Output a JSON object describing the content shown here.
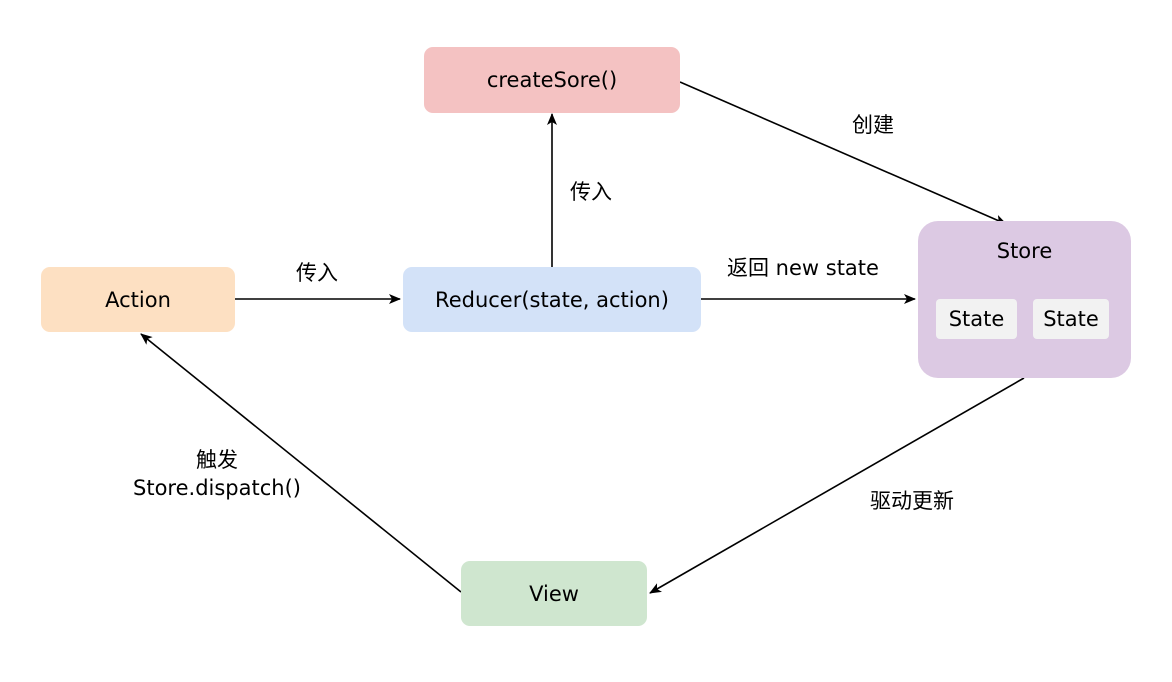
{
  "nodes": {
    "create_store": {
      "label": "createSore()",
      "color": "#f4c2c2"
    },
    "action": {
      "label": "Action",
      "color": "#fde0c2"
    },
    "reducer": {
      "label": "Reducer(state, action)",
      "color": "#d3e2f8"
    },
    "store": {
      "label": "Store",
      "color": "#dcc9e3",
      "states": [
        {
          "label": "State",
          "color": "#f2f2f2"
        },
        {
          "label": "State",
          "color": "#f2f2f2"
        }
      ]
    },
    "view": {
      "label": "View",
      "color": "#cfe6cf"
    }
  },
  "edges": {
    "action_to_reducer": "传入",
    "reducer_to_create": "传入",
    "create_to_store": "创建",
    "reducer_to_store": "返回 new state",
    "store_to_view": "驱动更新",
    "view_to_action_line1": "触发",
    "view_to_action_line2": "Store.dispatch()"
  }
}
